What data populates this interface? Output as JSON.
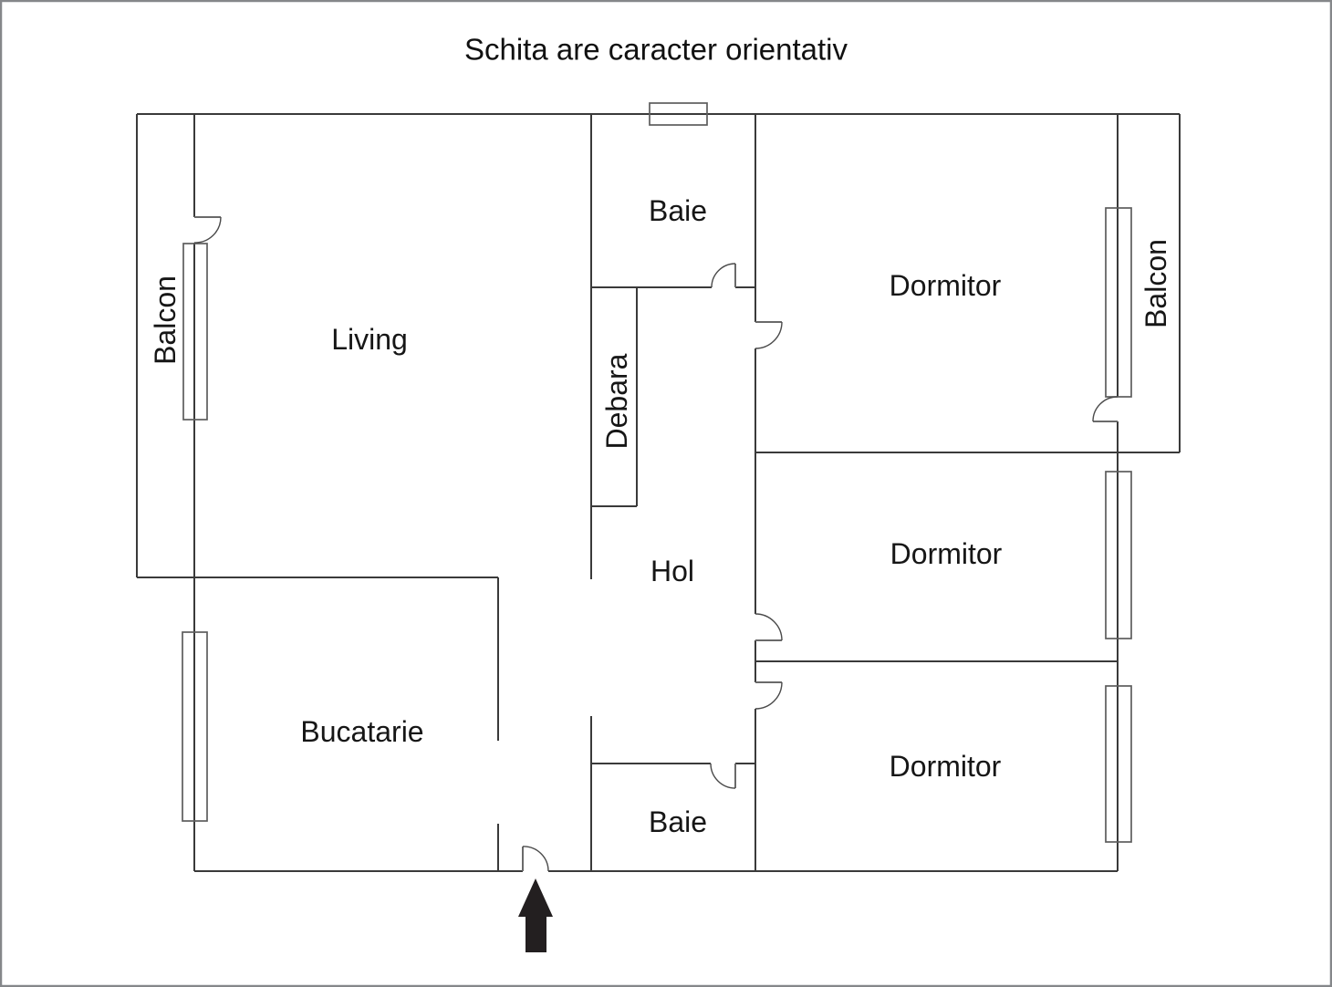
{
  "title": "Schita are caracter orientativ",
  "rooms": {
    "balcon_left": {
      "label": "Balcon"
    },
    "living": {
      "label": "Living"
    },
    "baie_top": {
      "label": "Baie"
    },
    "dormitor_top": {
      "label": "Dormitor"
    },
    "balcon_right": {
      "label": "Balcon"
    },
    "debara": {
      "label": "Debara"
    },
    "hol": {
      "label": "Hol"
    },
    "dormitor_middle": {
      "label": "Dormitor"
    },
    "bucatarie": {
      "label": "Bucatarie"
    },
    "baie_bottom": {
      "label": "Baie"
    },
    "dormitor_bottom": {
      "label": "Dormitor"
    }
  },
  "entrance": {
    "symbol": "arrow-up"
  },
  "colors": {
    "wall": "#3a3a3a",
    "window": "#5d5d5d",
    "door": "#4a4a4a",
    "arrow": "#231f20",
    "canvas_border": "#85878a",
    "background": "#ffffff",
    "text": "#161616"
  }
}
